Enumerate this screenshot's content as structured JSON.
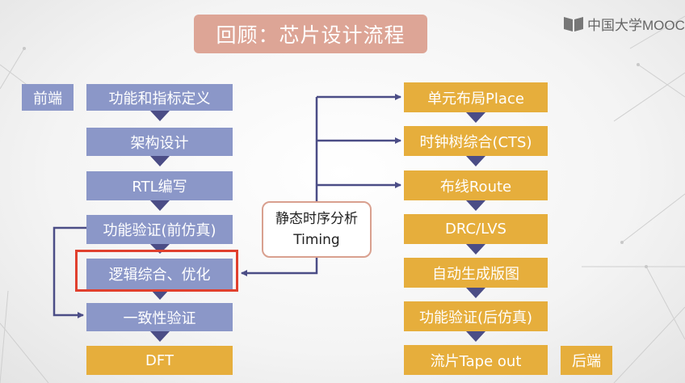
{
  "title": "回顾：芯片设计流程",
  "logo": {
    "text": "中国大学MOOC",
    "icon": "book-icon"
  },
  "labels": {
    "frontend": "前端",
    "backend": "后端"
  },
  "frontend_steps": [
    "功能和指标定义",
    "架构设计",
    "RTL编写",
    "功能验证(前仿真)",
    "逻辑综合、优化",
    "一致性验证",
    "DFT"
  ],
  "sta": {
    "line1": "静态时序分析",
    "line2": "Timing"
  },
  "backend_steps": [
    "单元布局Place",
    "时钟树综合(CTS)",
    "布线Route",
    "DRC/LVS",
    "自动生成版图",
    "功能验证(后仿真)",
    "流片Tape out"
  ],
  "colors": {
    "frontend_box": "#8b97c8",
    "backend_box": "#e6ae3c",
    "title_bg": "#dda596",
    "arrow": "#4b4d86",
    "highlight": "#e0402e"
  }
}
